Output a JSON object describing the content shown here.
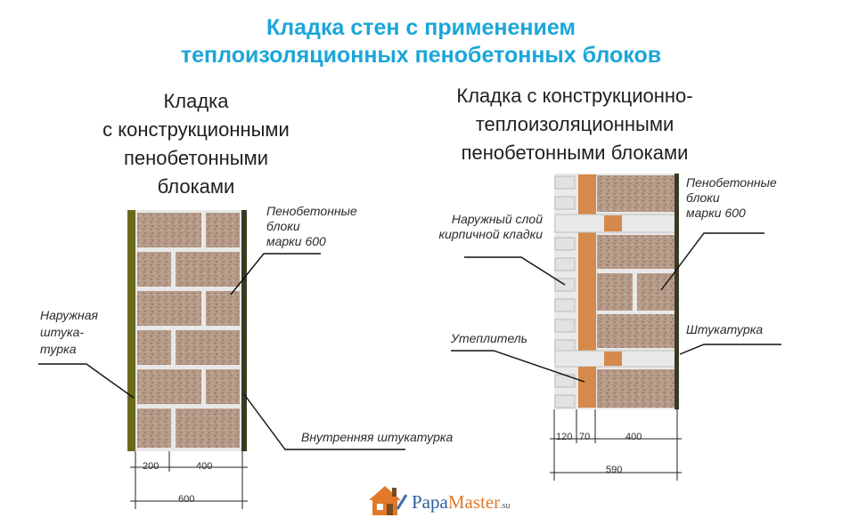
{
  "title": {
    "line1": "Кладка стен с применением",
    "line2": "теплоизоляционных пенобетонных блоков"
  },
  "left": {
    "heading": [
      "Кладка",
      "с конструкционными",
      "пенобетонными",
      "блоками"
    ],
    "label_blocks": [
      "Пенобетонные",
      "блоки",
      "марки 600"
    ],
    "label_outer": [
      "Наружная",
      "штука-",
      "турка"
    ],
    "label_inner": "Внутренняя штукатурка",
    "dim_a": "200",
    "dim_b": "400",
    "dim_total": "600"
  },
  "right": {
    "heading": [
      "Кладка с конструкционно-",
      "теплоизоляционными",
      "пенобетонными блоками"
    ],
    "label_blocks": [
      "Пенобетонные",
      "блоки",
      "марки 600"
    ],
    "label_brick": [
      "Наружный слой",
      "кирпичной кладки"
    ],
    "label_insul": "Утеплитель",
    "label_plaster": "Штукатурка",
    "dim_a": "120",
    "dim_b": "70",
    "dim_c": "400",
    "dim_total": "590"
  },
  "colors": {
    "title": "#1ba6d8",
    "foam_block": "#b89a86",
    "plaster": "#6b6a1c",
    "insulation": "#d5894a",
    "brick": "#e4e4e4"
  },
  "logo": {
    "brand_a": "Papa",
    "brand_b": "Master",
    "suffix": ".su",
    "icon": "house-icon"
  }
}
